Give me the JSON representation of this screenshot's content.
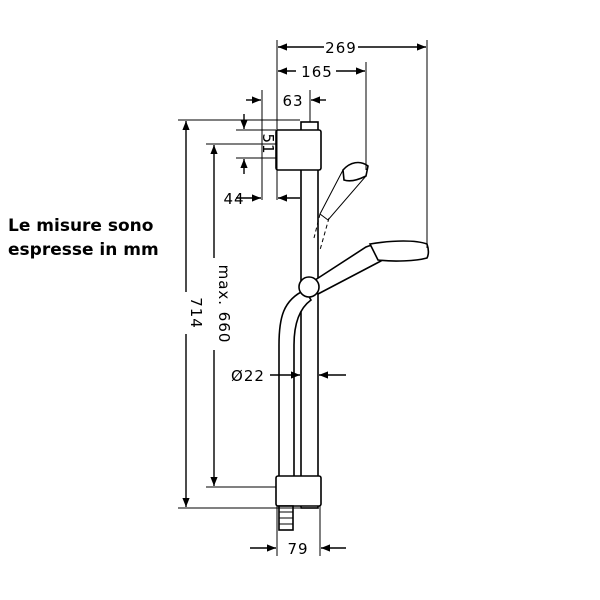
{
  "note": {
    "line1": "Le misure sono",
    "line2": "espresse in mm"
  },
  "dimensions": {
    "d269": "269",
    "d165": "165",
    "d63": "63",
    "d51": "51",
    "d44": "44",
    "d714": "714",
    "dmax660": "max. 660",
    "ddiam22": "Ø22",
    "d79": "79"
  }
}
